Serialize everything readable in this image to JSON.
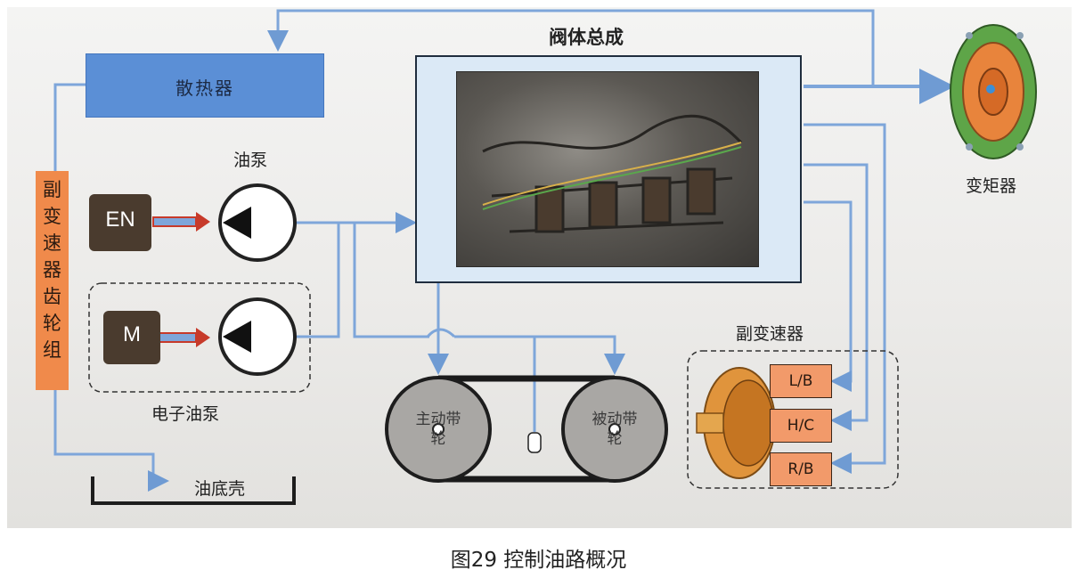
{
  "diagram": {
    "valve_body_label": "阀体总成",
    "radiator_label": "散热器",
    "oil_pump_label": "油泵",
    "electric_pump_label": "电子油泵",
    "engine_label": "EN",
    "motor_label": "M",
    "aux_gear_label": "副变速器齿轮组",
    "oil_pan_label": "油底壳",
    "drive_pulley_label": "主动带轮",
    "driven_pulley_label": "被动带轮",
    "torque_converter_label": "变矩器",
    "aux_transmission_label": "副变速器",
    "clutches": [
      "L/B",
      "H/C",
      "R/B"
    ]
  },
  "caption": "图29 控制油路概况",
  "colors": {
    "line": "#6f9bd3",
    "radiator": "#5b8fd6",
    "orange": "#f08a4b",
    "motor": "#4a3b2e",
    "valve_bg": "#dbe9f6"
  }
}
